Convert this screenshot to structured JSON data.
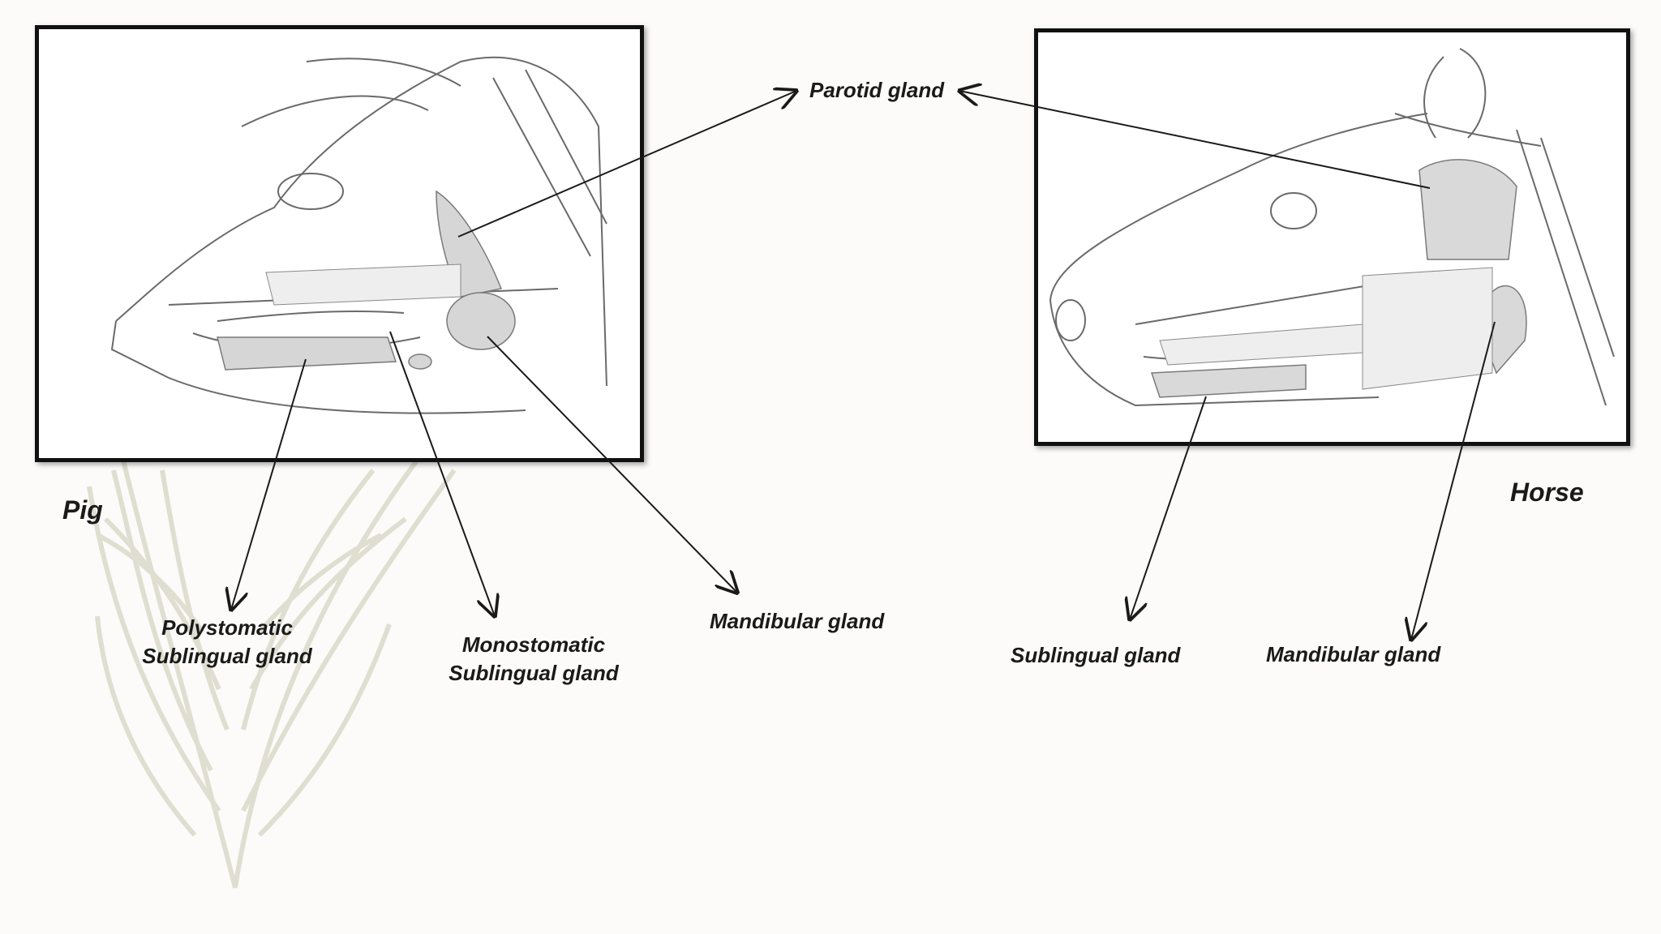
{
  "species": {
    "pig": "Pig",
    "horse": "Horse"
  },
  "labels": {
    "parotid": "Parotid gland",
    "pig_poly_line1": "Polystomatic",
    "pig_poly_line2": "Sublingual gland",
    "pig_mono_line1": "Monostomatic",
    "pig_mono_line2": "Sublingual gland",
    "pig_mandibular": "Mandibular gland",
    "horse_sublingual": "Sublingual gland",
    "horse_mandibular": "Mandibular gland"
  },
  "colors": {
    "ink": "#1a1a1a",
    "feather": "#d9d6c6",
    "frame": "#111111"
  }
}
